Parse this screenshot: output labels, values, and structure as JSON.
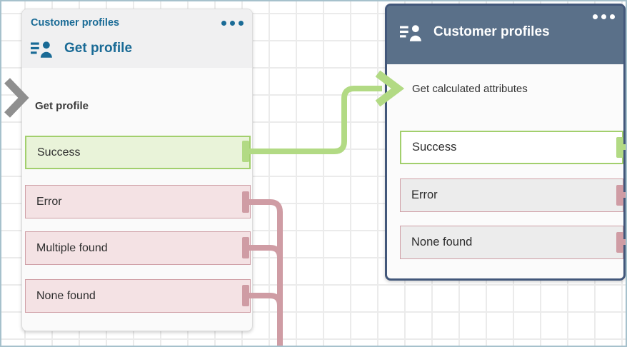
{
  "canvas": {
    "background": "#ffffff",
    "grid_color": "#ebebeb",
    "frame_color": "#a6c1cc"
  },
  "colors": {
    "accent_blue": "#1a6b96",
    "selected_header_slate": "#5a7089",
    "selected_border": "#42577a",
    "success_line_green": "#b2da84",
    "success_border": "#a2cf6d",
    "success_bg": "#e9f3d9",
    "error_line_pink": "#cf9ca4",
    "error_border": "#cf9fa6",
    "error_bg_pink": "#f4e2e4",
    "error_bg_gray": "#ececec",
    "entry_arrow_gray": "#8f8f8f"
  },
  "left_block": {
    "category_label": "Customer profiles",
    "title": "Get profile",
    "block_icon": "customer-profiles-icon",
    "menu_icon": "ellipsis-menu-icon",
    "entry_label": "Get profile",
    "outputs": [
      {
        "label": "Success",
        "status": "success"
      },
      {
        "label": "Error",
        "status": "error"
      },
      {
        "label": "Multiple found",
        "status": "error"
      },
      {
        "label": "None found",
        "status": "error"
      }
    ]
  },
  "right_block": {
    "title": "Customer profiles",
    "block_icon": "customer-profiles-icon",
    "menu_icon": "ellipsis-menu-icon",
    "entry_label": "Get calculated attributes",
    "selected": true,
    "outputs": [
      {
        "label": "Success",
        "status": "success"
      },
      {
        "label": "Error",
        "status": "error"
      },
      {
        "label": "None found",
        "status": "error"
      }
    ]
  },
  "connections": [
    {
      "from": "Get profile / Success",
      "to": "Customer profiles (Get calculated attributes)",
      "color": "#b2da84"
    },
    {
      "from": "Get profile / Error",
      "to": "off-canvas-bottom",
      "color": "#cf9ca4"
    },
    {
      "from": "Get profile / Multiple found",
      "to": "off-canvas-bottom",
      "color": "#cf9ca4"
    },
    {
      "from": "Get profile / None found",
      "to": "off-canvas-bottom",
      "color": "#cf9ca4"
    }
  ]
}
